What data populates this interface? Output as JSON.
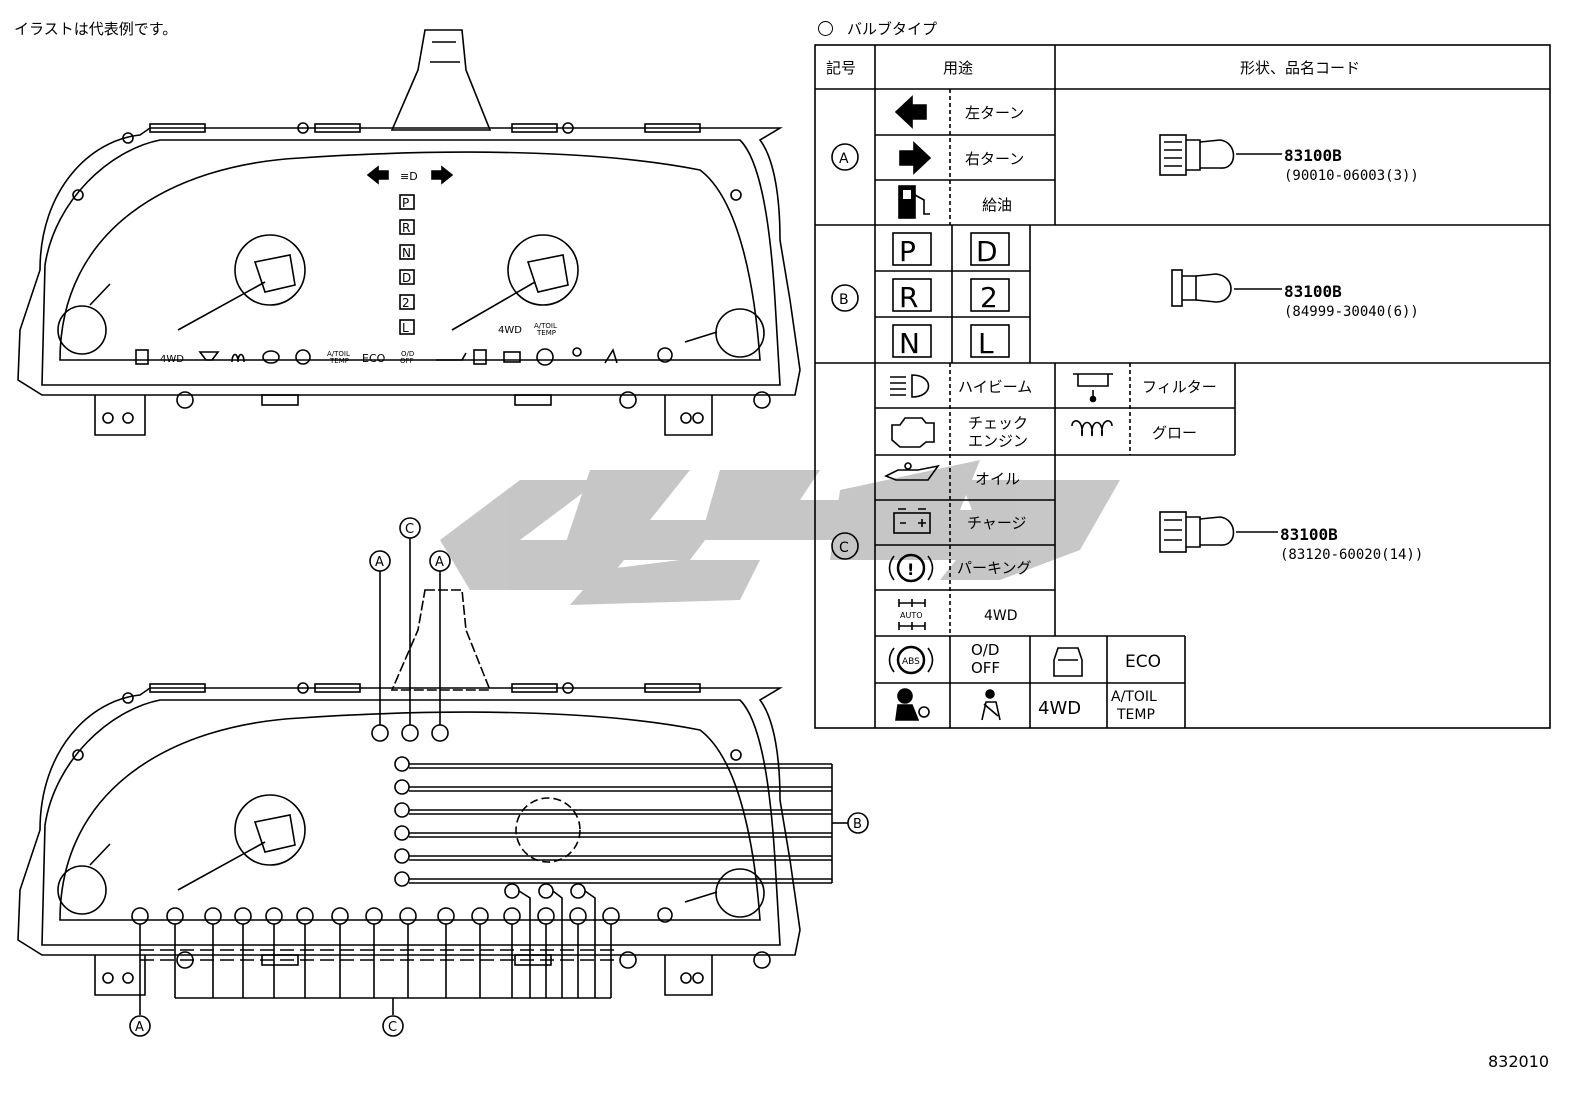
{
  "note": "イラストは代表例です。",
  "legend": "バルブタイプ",
  "figure_number": "832010",
  "table": {
    "headers": {
      "symbol": "記号",
      "usage": "用途",
      "shape": "形状、品名コード"
    },
    "group_a": {
      "mark": "A",
      "items": [
        "左ターン",
        "右ターン",
        "給油"
      ],
      "part_no": "83100B",
      "part_code": "(90010-06003(3))"
    },
    "group_b": {
      "mark": "B",
      "letters": [
        "P",
        "D",
        "R",
        "2",
        "N",
        "L"
      ],
      "part_no": "83100B",
      "part_code": "(84999-30040(6))"
    },
    "group_c": {
      "mark": "C",
      "items_left": [
        "ハイビーム",
        "チェック\nエンジン",
        "オイル",
        "チャージ",
        "パーキング",
        "4WD"
      ],
      "items_right": [
        "フィルター",
        "グロー"
      ],
      "bottom_row1": [
        "O/D\nOFF",
        "ECO"
      ],
      "bottom_row2": [
        "4WD",
        "A/TOIL\nTEMP"
      ],
      "part_no": "83100B",
      "part_code": "(83120-60020(14))"
    }
  },
  "cluster_top": {
    "gear_letters": [
      "P",
      "R",
      "N",
      "D",
      "2",
      "L"
    ],
    "labels": [
      "4WD",
      "A/TOIL\nTEMP",
      "4WD",
      "A/TOIL\nTEMP",
      "ECO",
      "O/D\nOFF"
    ]
  },
  "callouts": {
    "left_top": "A",
    "center_top": "C",
    "right_top": "A",
    "side": "B",
    "bottom_left": "A",
    "bottom_center": "C"
  },
  "icons": [
    "left-arrow-icon",
    "right-arrow-icon",
    "fuel-icon",
    "high-beam-icon",
    "fuel-filter-icon",
    "check-engine-icon",
    "glow-plug-icon",
    "oil-can-icon",
    "battery-icon",
    "parking-brake-icon",
    "4wd-auto-icon",
    "abs-icon",
    "door-icon",
    "airbag-icon",
    "seatbelt-icon",
    "bulb-socket-icon"
  ]
}
